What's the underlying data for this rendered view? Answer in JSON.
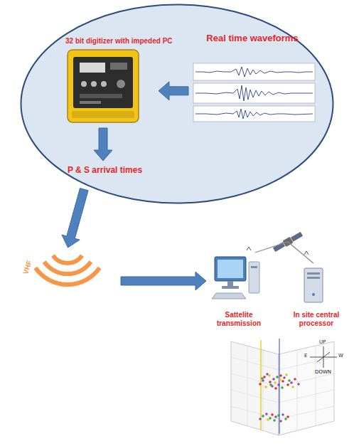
{
  "diagram": {
    "nodes": [
      {
        "text": []
      },
      {
        "text": [
          "32 bit digitizer with impeded PC"
        ],
        "in": 0
      },
      {
        "text": [
          "Real time waveforms"
        ],
        "in": 0
      },
      {
        "text": [
          "P & S arrival times"
        ],
        "in": 0
      },
      {
        "text": [
          "VHF"
        ]
      },
      {
        "text": [
          "Sattelite transmission"
        ]
      },
      {
        "text": [
          "In site central processor"
        ]
      }
    ],
    "edges": [
      {
        "from": 2,
        "to": 1,
        "arrow": "to"
      },
      {
        "from": 1,
        "to": 3,
        "arrow": "to"
      },
      {
        "from": 0,
        "to": 4,
        "arrow": "to"
      },
      {
        "from": 4,
        "to": 5,
        "arrow": "to"
      },
      {
        "from": 5,
        "to": 6,
        "arrow": "none"
      }
    ],
    "labels": [
      "UP",
      "E",
      "W",
      "DOWN"
    ]
  }
}
